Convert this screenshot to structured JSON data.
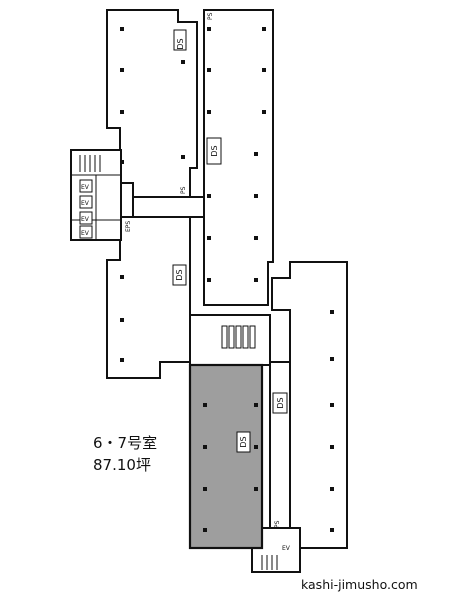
{
  "unit": {
    "room_number": "6・7号室",
    "area": "87.10坪",
    "highlight_color": "#9e9e9e"
  },
  "labels": {
    "ds": "DS",
    "ps": "PS",
    "eps": "EPS",
    "ev": "EV"
  },
  "watermark": "kashi-jimusho.com"
}
